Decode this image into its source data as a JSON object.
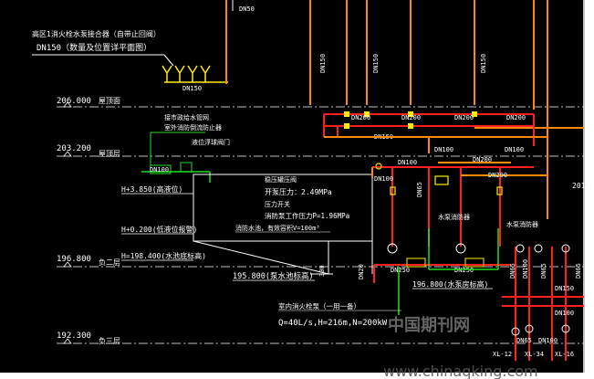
{
  "palette": {
    "background": "#000000",
    "frame": "#ffffff",
    "orange": "#ff8800",
    "red": "#ff2020",
    "green": "#22dd22",
    "yellow": "#ffee00",
    "white": "#ffffff",
    "watermark": "#666666"
  },
  "notes": {
    "top_connector": "高区1消火栓水泵接合器（自带止回阀）",
    "top_connector_size": "DN150（数量及位置详平面图）",
    "tank_hint1": "接市政给水管网",
    "tank_hint2": "室外消防倒流防止器",
    "valve_hint": "液位浮球阀门",
    "stable_title": "稳压罐压阀",
    "stable_p1": "开泵压力：2.49MPa",
    "stable_p2": "压力开关",
    "stable_p3": "消防泵工作压力P=1.96MPa",
    "stable_p4": "消防水池，有效容积V=100m³",
    "pump_label1": "水泵消防器",
    "pump_label2": "水泵消防器",
    "hydrant_title": "室内消火栓泵（一用一备）",
    "hydrant_spec": "Q=40L/s,H=216m,N=200kW",
    "pump_base": "196.800(水泵房标高)"
  },
  "elevations": [
    {
      "value": "206.000",
      "floor": "屋顶面"
    },
    {
      "value": "203.200",
      "floor": "屋顶层"
    },
    {
      "value": "196.800",
      "floor": "负二层"
    },
    {
      "value": "192.300",
      "floor": "负三层"
    }
  ],
  "heights": {
    "h1": "H+3.850(高液位)",
    "h2": "H+0.200(低液位报警)",
    "h3": "H=198.400(水池底标高)",
    "pool_bottom": "195.800(泵水池标高)",
    "box_bottom": "300"
  },
  "pipe_labels": {
    "dn150_top": "DN150",
    "dn50_top": "DN50",
    "dn150_v1": "DN150",
    "dn150_v2": "DN150",
    "dn150_v3": "DN150",
    "dn200_1": "DN200",
    "dn200_2": "DN200",
    "dn200_3": "DN200",
    "dn200_4": "DN200",
    "dn150_h": "DN150",
    "dn100_1": "DN100",
    "dn100_2": "DN100",
    "dn100_3": "DN100",
    "dn65_1": "DN65",
    "dn100_4": "DN100",
    "dn200_5": "DN200",
    "dn200_6": "DN200",
    "dn20": "DN20",
    "dn250_1": "DN250",
    "dn250_2": "DN250",
    "dn100_v": "DN100",
    "dn65_2": "DN65",
    "dn100_5": "DN100",
    "dn65_3": "DN65",
    "dn150_5": "DN150",
    "dn65_4": "DN65",
    "dn100_6": "DN100",
    "dn65_5": "DN65",
    "dn100_7": "DN100",
    "dn300": "300",
    "dn201": "201"
  },
  "tags": {
    "xhl1": "XL-12",
    "xhl2": "XL-34",
    "xhl3": "XL-16"
  },
  "watermark": {
    "cn": "中国期刊网",
    "url": "www.chinaqking.com"
  }
}
